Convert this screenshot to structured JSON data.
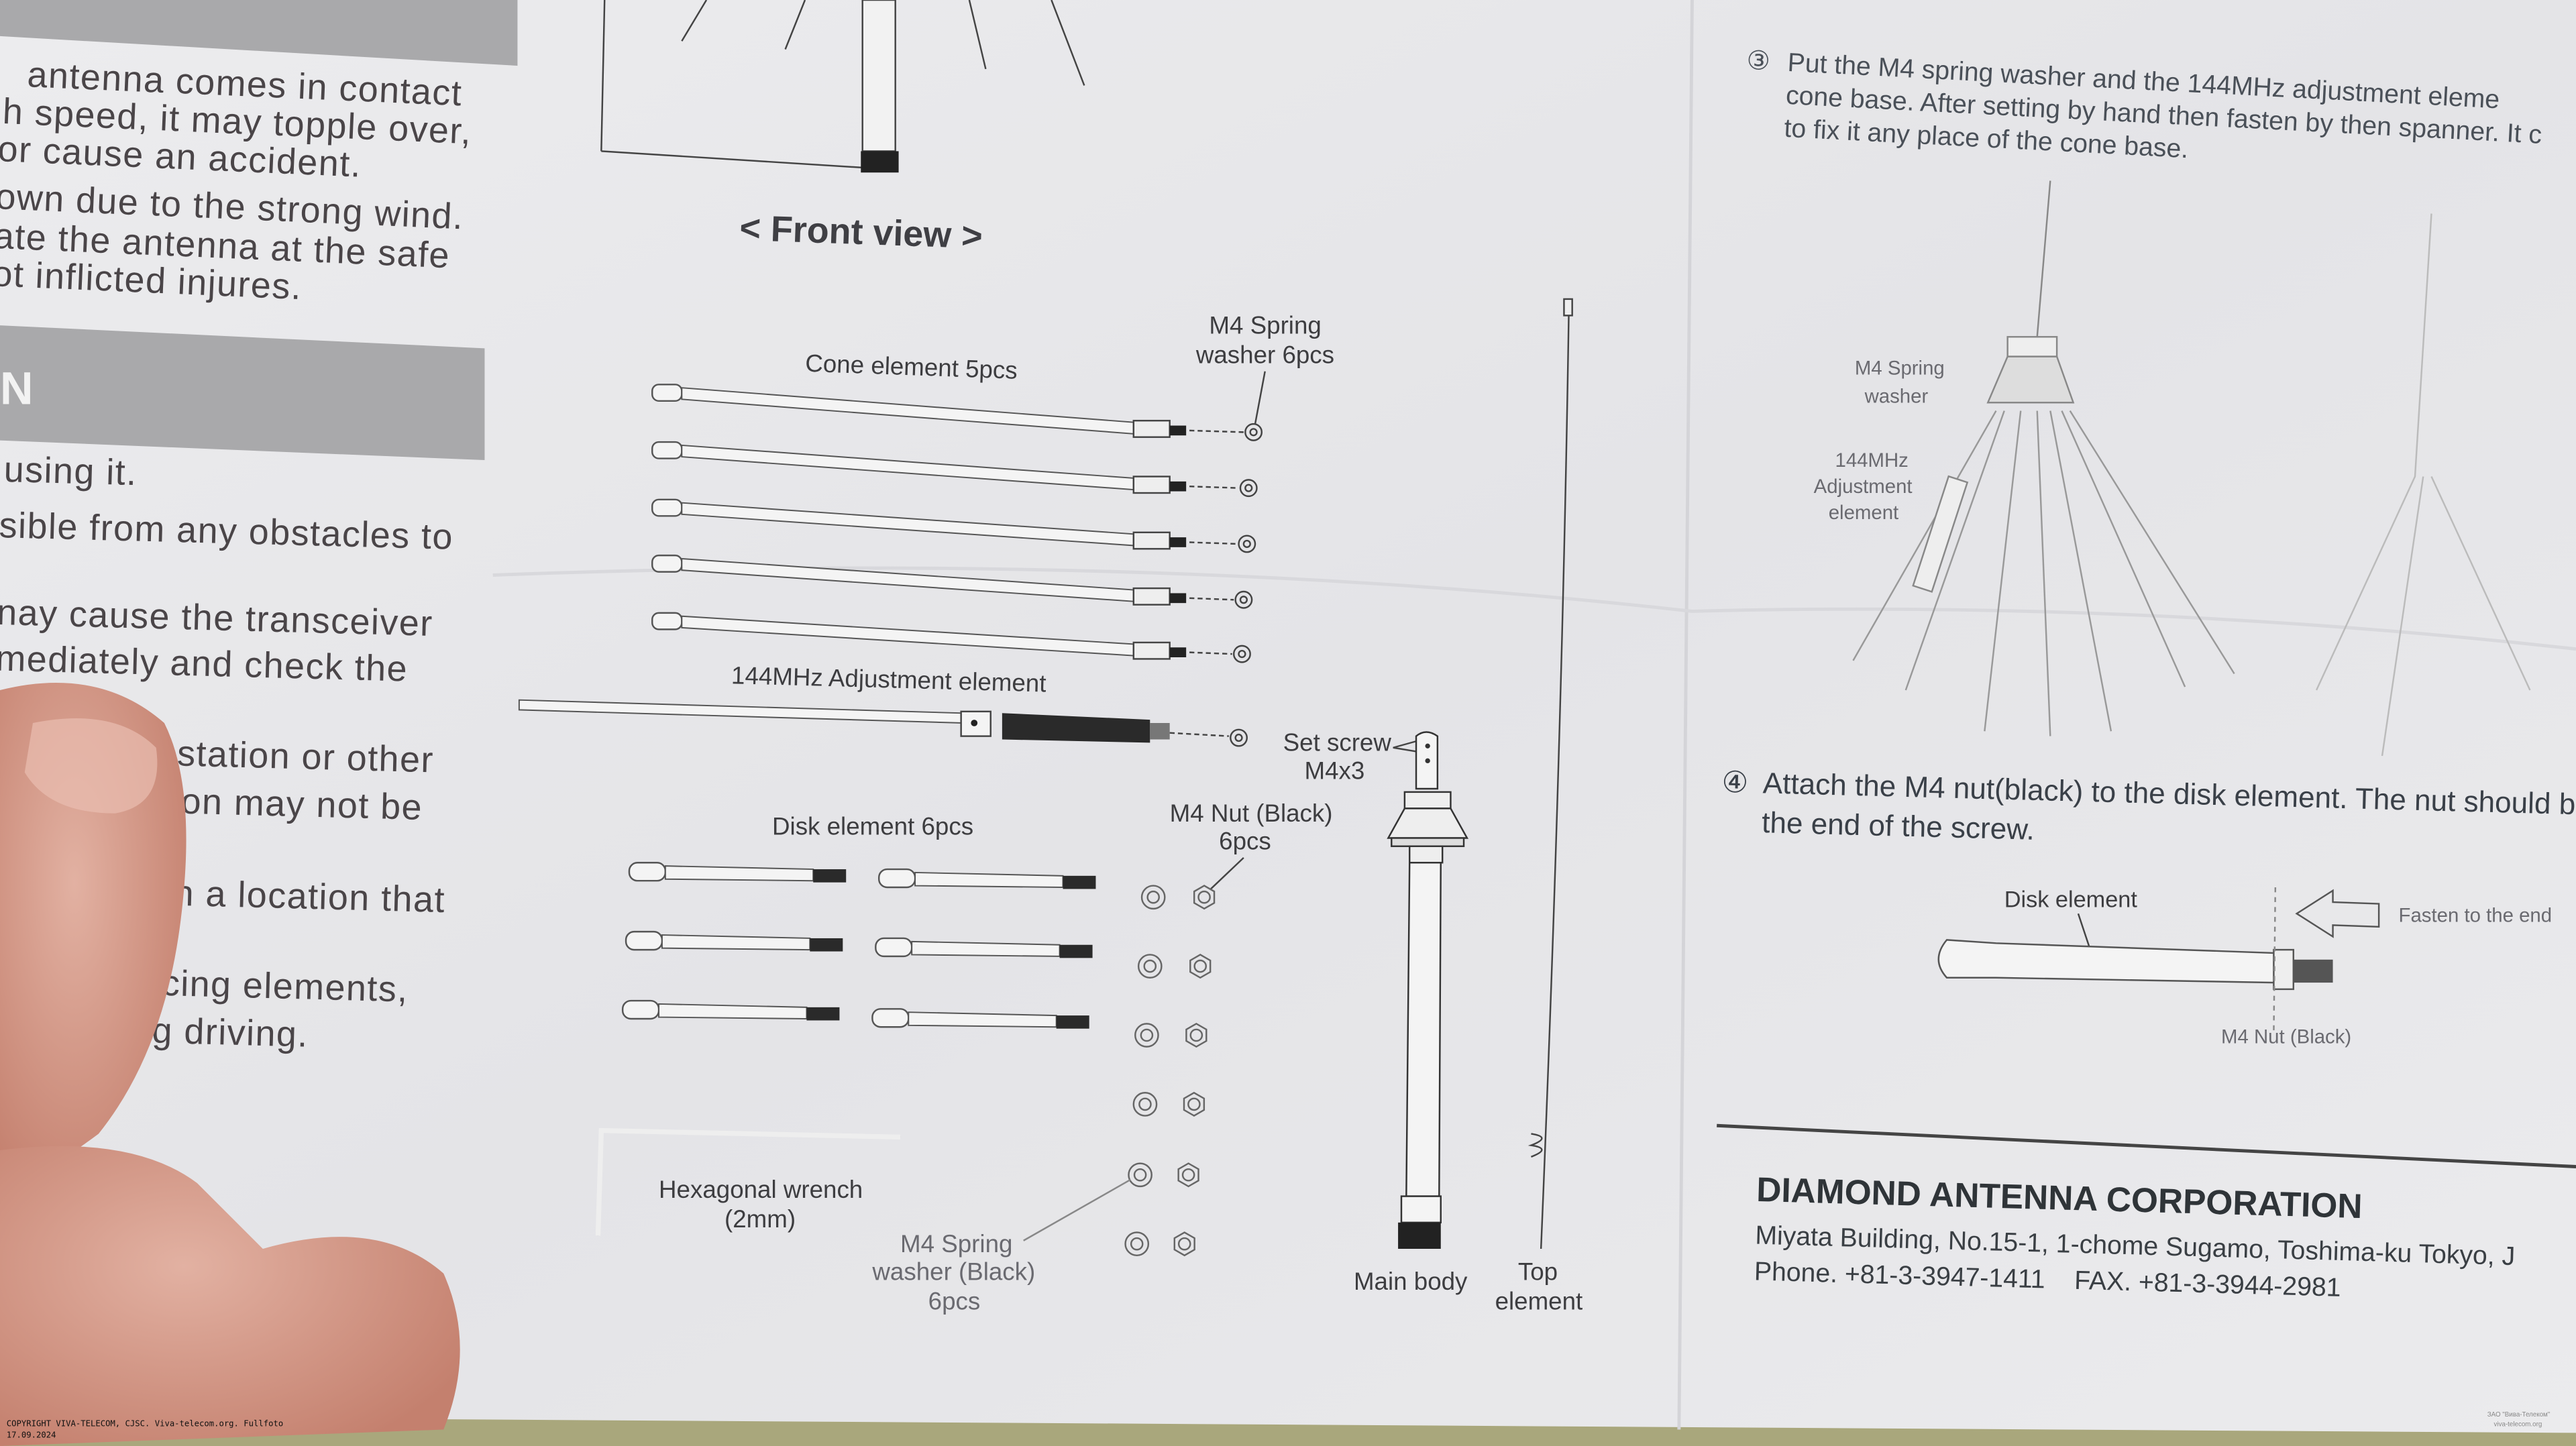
{
  "left_page": {
    "header_bar_letter": "N",
    "lines_top": [
      "antenna comes in contact",
      "h speed, it may topple over,",
      "or cause an accident.",
      "own due to the strong wind.",
      "ate the antenna at the safe",
      "ot inflicted injures."
    ],
    "lines_bottom": [
      "using it.",
      "sible from any obstacles to",
      "nay cause the transceiver",
      "mediately and check the",
      "station or other",
      "on may not be",
      "n a location that",
      "placing elements,",
      "uring driving."
    ]
  },
  "parts_diagram": {
    "front_view_label": "< Front view >",
    "cone_element_label": "Cone element 5pcs",
    "m4_spring_washer_label": [
      "M4 Spring",
      "washer 6pcs"
    ],
    "adjustment_element_label": "144MHz Adjustment element",
    "set_screw_label": [
      "Set screw",
      "M4x3"
    ],
    "disk_element_label": "Disk element 6pcs",
    "m4_nut_label": [
      "M4 Nut (Black)",
      "6pcs"
    ],
    "hex_wrench_label": [
      "Hexagonal wrench",
      "(2mm)"
    ],
    "spring_washer_black_label": [
      "M4 Spring",
      "washer (Black)",
      "6pcs"
    ],
    "main_body_label": "Main body",
    "top_element_label": [
      "Top",
      "element"
    ]
  },
  "right_page": {
    "step3": {
      "number": "③",
      "lines": [
        "Put the M4 spring washer and the 144MHz adjustment eleme",
        "cone base. After setting by hand then fasten by then spanner. It c",
        "to fix it any place of the cone base."
      ],
      "figure_labels": {
        "spring_washer": [
          "M4 Spring",
          "washer"
        ],
        "adjustment": [
          "144MHz",
          "Adjustment",
          "element"
        ]
      }
    },
    "step4": {
      "number": "④",
      "lines": [
        "Attach the M4 nut(black) to the disk element. The nut should b",
        "the end of the screw."
      ],
      "figure_labels": {
        "disk_element": "Disk element",
        "fasten": "Fasten to the end",
        "nut": "M4 Nut (Black)"
      }
    },
    "company": {
      "name": "DIAMOND ANTENNA CORPORATION",
      "address": "Miyata Building, No.15-1, 1-chome Sugamo, Toshima-ku Tokyo, J",
      "phone": "Phone. +81-3-3947-1411    FAX. +81-3-3944-2981"
    }
  },
  "watermarks": {
    "bottom_left": [
      "COPYRIGHT VIVA-TELECOM, CJSC. Viva-telecom.org. Fullfoto",
      "17.09.2024"
    ],
    "bottom_right": [
      "ЗАО \"Вива-Телеком\"",
      "viva-telecom.org"
    ]
  },
  "colors": {
    "paper": "#e8e8ea",
    "header_bar": "#a9a9ab",
    "ink": "#444444",
    "skin": "#d59a88",
    "table": "#a9a77c"
  }
}
